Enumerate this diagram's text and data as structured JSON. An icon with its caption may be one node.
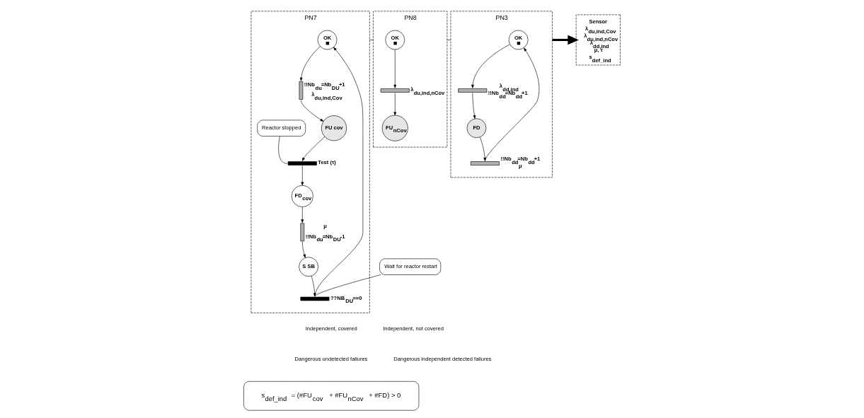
{
  "diagram": {
    "nodes": [
      {
        "text": [
          "PN7"
        ]
      },
      {
        "text": [
          "OK"
        ],
        "in": 0
      },
      {
        "text": [],
        "shape": "bar",
        "in": 0,
        "beside": [
          "!!Nb$_{du}$=Nb$_{DU}$+1",
          "λ$_{du,ind,Cov}$"
        ]
      },
      {
        "text": [
          "FU cov"
        ],
        "in": 0
      },
      {
        "text": [],
        "shape": "bar",
        "in": 0,
        "beside": [
          "Test (τ)"
        ]
      },
      {
        "text": [
          "FD$_{cov}$"
        ],
        "in": 0
      },
      {
        "text": [],
        "shape": "bar",
        "in": 0,
        "beside": [
          "μ",
          "!!Nb$_{du}$=Nb$_{DU}$-1"
        ]
      },
      {
        "text": [
          "S SB"
        ],
        "in": 0
      },
      {
        "text": [],
        "shape": "bar",
        "in": 0,
        "beside": [
          "??NB$_{DU}$==0"
        ]
      },
      {
        "text": [
          "Wait for reactor restart"
        ]
      },
      {
        "text": [
          "Reactor stopped"
        ],
        "in": 0
      },
      {
        "text": [
          "PN8"
        ]
      },
      {
        "text": [
          "OK"
        ],
        "in": 11
      },
      {
        "text": [],
        "shape": "bar",
        "in": 11,
        "beside": [
          "λ$_{du,ind,nCov}$"
        ]
      },
      {
        "text": [
          "FU$_{nCov}$"
        ],
        "in": 11
      },
      {
        "text": [
          "PN3"
        ]
      },
      {
        "text": [
          "OK"
        ],
        "in": 15
      },
      {
        "text": [],
        "shape": "bar",
        "in": 15,
        "beside": [
          "λ$_{dd,ind}$",
          "!!Nb$_{dd}$=Nb$_{dd}$+1"
        ]
      },
      {
        "text": [
          "FD"
        ],
        "in": 15
      },
      {
        "text": [],
        "shape": "bar",
        "in": 15,
        "beside": [
          "!!Nb$_{dd}$=Nb$_{dd}$+1",
          "μ"
        ]
      },
      {
        "text": [
          "Sensor",
          "λ$_{du,ind,Cov}$",
          "λ$_{du,ind,nCov}$",
          "λ$_{dd,ind}$",
          "μ, τ",
          "s$_{def_ind}$"
        ]
      },
      {
        "text": [
          "s$_{def_ind}$ = (#FU$_{cov}$ + #FU$_{nCov}$ + #FD) > 0"
        ]
      }
    ],
    "edges": [
      {
        "from": 1,
        "to": 2,
        "arrow": "to"
      },
      {
        "from": 2,
        "to": 3,
        "arrow": "to"
      },
      {
        "from": 3,
        "to": 4,
        "arrow": "to"
      },
      {
        "from": 4,
        "to": 5,
        "arrow": "to"
      },
      {
        "from": 5,
        "to": 6,
        "arrow": "to"
      },
      {
        "from": 6,
        "to": 7,
        "arrow": "to"
      },
      {
        "from": 7,
        "to": 8,
        "arrow": "to"
      },
      {
        "from": 8,
        "to": 1,
        "arrow": "to"
      },
      {
        "from": 9,
        "to": 8,
        "arrow": "none"
      },
      {
        "from": 10,
        "to": 4,
        "arrow": "none"
      },
      {
        "from": 12,
        "to": 13,
        "arrow": "to"
      },
      {
        "from": 13,
        "to": 14,
        "arrow": "to"
      },
      {
        "from": 16,
        "to": 17,
        "arrow": "to"
      },
      {
        "from": 17,
        "to": 18,
        "arrow": "to"
      },
      {
        "from": 18,
        "to": 19,
        "arrow": "to"
      },
      {
        "from": 19,
        "to": 16,
        "arrow": "to"
      },
      {
        "from": 0,
        "to": 11,
        "arrow": "none"
      },
      {
        "from": 11,
        "to": 15,
        "arrow": "none"
      },
      {
        "from": 15,
        "to": 20,
        "arrow": "to",
        "style": "thick"
      }
    ],
    "labels": [
      "Independent, covered",
      "Independent, not covered",
      "Dangerous undetected failures",
      "Dangerous independent detected failures"
    ]
  }
}
